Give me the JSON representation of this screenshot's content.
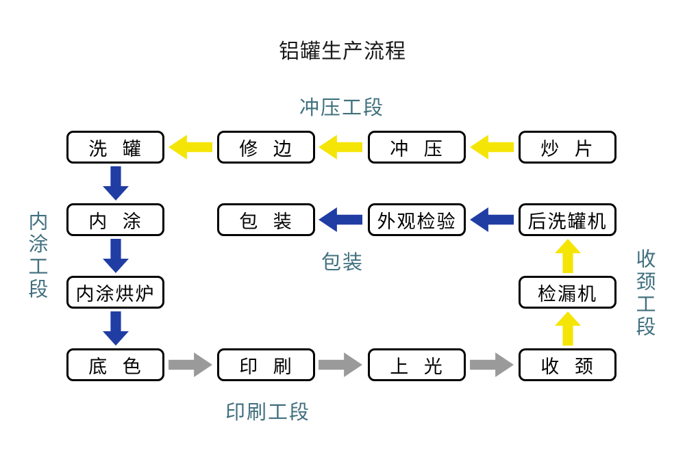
{
  "title": "铝罐生产流程",
  "sections": {
    "stamping": "冲压工段",
    "inner_coating": "内涂工段",
    "packing": "包装",
    "printing": "印刷工段",
    "necking": "收颈工段"
  },
  "nodes": {
    "wash_can": "洗 罐",
    "trim": "修 边",
    "stamp": "冲 压",
    "fry_sheet": "炒 片",
    "inner_coat": "内 涂",
    "pack": "包 装",
    "visual_inspect": "外观检验",
    "post_washer": "后洗罐机",
    "inner_coat_oven": "内涂烘炉",
    "leak_tester": "检漏机",
    "base_color": "底 色",
    "print": "印 刷",
    "varnish": "上 光",
    "neck": "收 颈"
  },
  "colors": {
    "yellow_arrow": "#F4E507",
    "blue_arrow": "#203DA4",
    "gray_arrow": "#9A9A9A",
    "section_label": "#40707E",
    "box_border": "#000000",
    "background": "#FFFFFF"
  }
}
